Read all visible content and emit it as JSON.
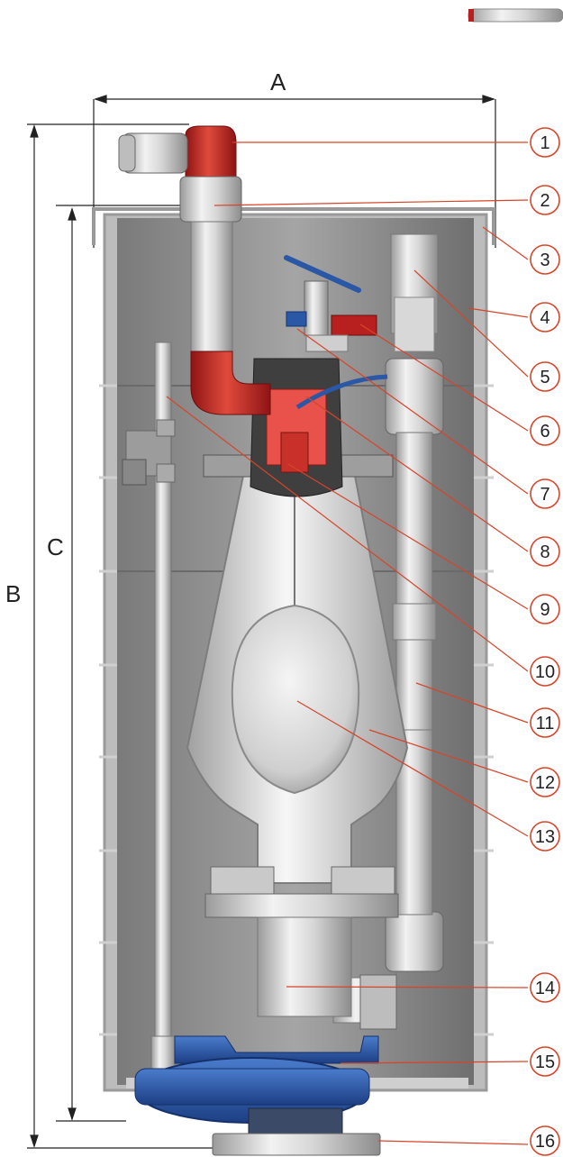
{
  "dimensions": {
    "a": "A",
    "b": "B",
    "c": "C"
  },
  "callouts": [
    "1",
    "2",
    "3",
    "4",
    "5",
    "6",
    "7",
    "8",
    "9",
    "10",
    "11",
    "12",
    "13",
    "14",
    "15",
    "16"
  ],
  "colors": {
    "accent_line": "#d6452a",
    "dimension_line": "#222222",
    "red_fitting": "#b8201f",
    "blue_pump": "#2a57a6",
    "housing_grey": "#8a8a8a"
  }
}
